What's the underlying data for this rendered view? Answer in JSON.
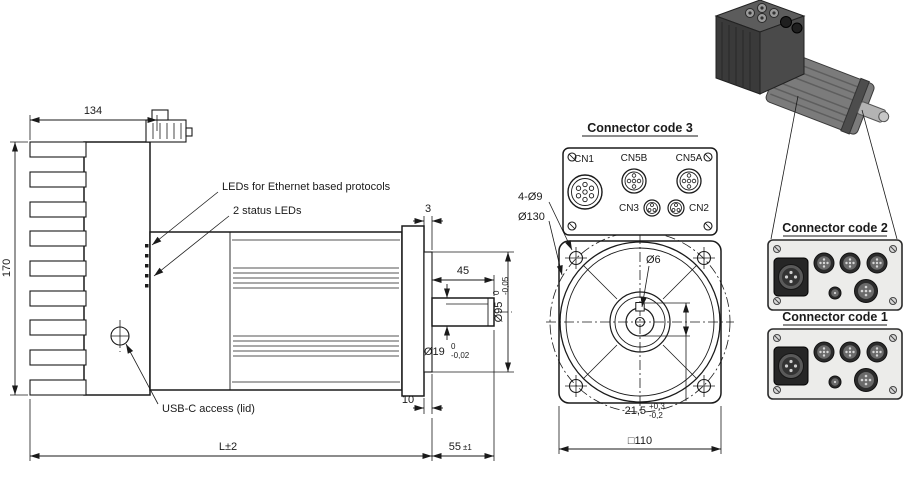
{
  "side_view": {
    "dim_134": "134",
    "dim_170": "170",
    "callout_ethernet": "LEDs for Ethernet based protocols",
    "callout_status": "2 status LEDs",
    "callout_usb": "USB-C access (lid)",
    "dim_3": "3",
    "dim_45": "45",
    "dim_shaft_dia": "Ø19",
    "dim_shaft_tol_upper": "0",
    "dim_shaft_tol_lower": "-0,02",
    "dim_pilot_dia": "Ø95",
    "dim_pilot_tol_upper": "0",
    "dim_pilot_tol_lower": "-0,05",
    "dim_10": "10",
    "dim_length": "L±2",
    "dim_55_main": "55",
    "dim_55_tol": "±1"
  },
  "front_view": {
    "title": "Connector code 3",
    "connector_labels": {
      "cn1": "CN1",
      "cn5b": "CN5B",
      "cn5a": "CN5A",
      "cn3": "CN3",
      "cn2": "CN2"
    },
    "dim_corner_holes": "4-Ø9",
    "dim_bolt_circle": "Ø130",
    "dim_center_hole": "Ø6",
    "dim_keyway": "21,5",
    "dim_keyway_tol_upper": "+0,3",
    "dim_keyway_tol_lower": "-0,2",
    "dim_square": "□110"
  },
  "panels": {
    "code2": {
      "title": "Connector code 2"
    },
    "code1": {
      "title": "Connector code 1"
    }
  },
  "colors": {
    "line": "#1a1a1a",
    "background": "#ffffff",
    "panel_fill": "#ececea",
    "connector_dark": "#2b2b2b",
    "metal": "#9c9c9c"
  }
}
